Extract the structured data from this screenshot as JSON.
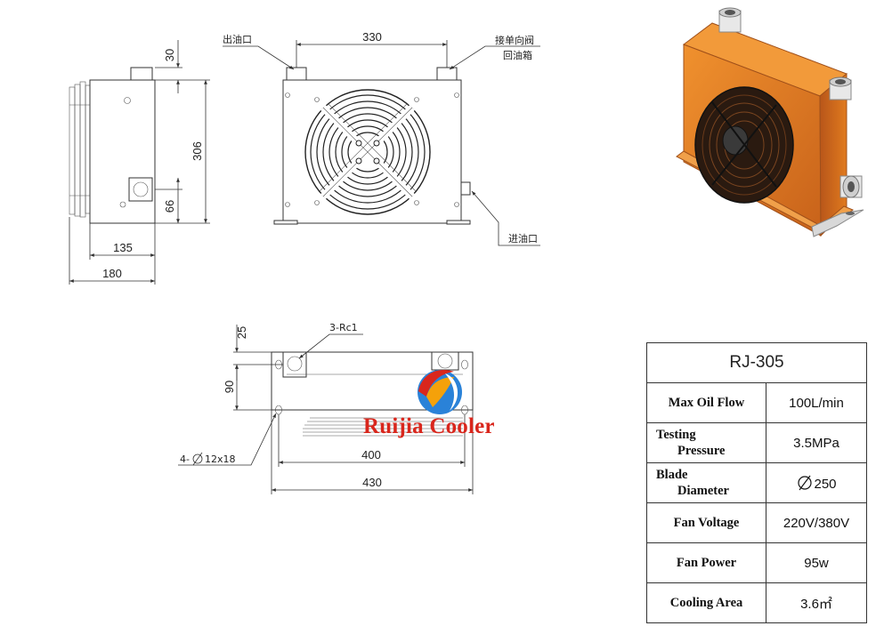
{
  "front_view": {
    "dims": {
      "width": "330"
    },
    "labels": {
      "outlet": "出油口",
      "check_valve_line1": "接单向阀",
      "check_valve_line2": "回油箱",
      "inlet": "进油口"
    }
  },
  "side_view": {
    "dims": {
      "top": "30",
      "height": "306",
      "port": "66",
      "inner_width": "135",
      "width": "180"
    }
  },
  "bottom_view": {
    "dims": {
      "top": "25",
      "spacing": "90",
      "inner_length": "400",
      "length": "430"
    },
    "labels": {
      "ports": "3-Rc1",
      "holes": "4-",
      "holes_spec": "12x18"
    }
  },
  "watermark": "Ruijia Cooler",
  "spec_table": {
    "model": "RJ-305",
    "rows": [
      {
        "label": "Max Oil Flow",
        "value": "100L/min"
      },
      {
        "label_line1": "Testing",
        "label_line2": "Pressure",
        "value": "3.5MPa"
      },
      {
        "label_line1": "Blade",
        "label_line2": "Diameter",
        "value": "250"
      },
      {
        "label": "Fan Voltage",
        "value": "220V/380V"
      },
      {
        "label": "Fan Power",
        "value": "95w"
      },
      {
        "label": "Cooling Area",
        "value": "3.6㎡"
      }
    ]
  },
  "colors": {
    "housing": "#e07a1e",
    "logo_red": "#d9261c",
    "logo_blue": "#1f6fc4"
  }
}
